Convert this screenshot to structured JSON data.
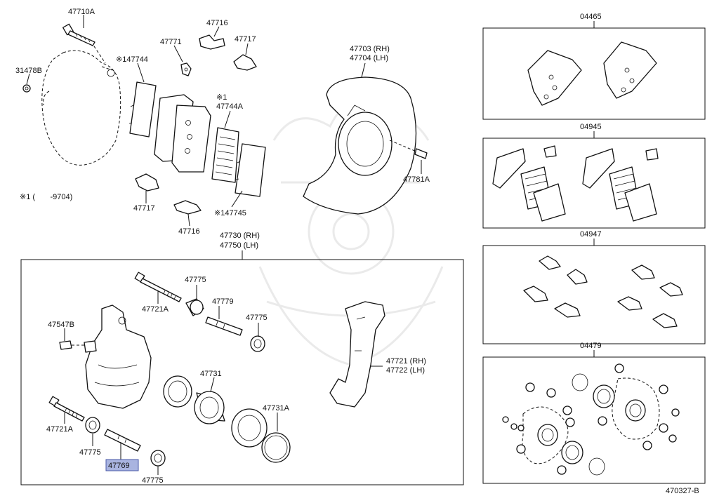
{
  "labels": {
    "p47710A": "47710A",
    "p31478B": "31478B",
    "p147744": "※147744",
    "p47771": "47771",
    "p47716a": "47716",
    "p47717a": "47717",
    "p1_47744A_a": "※1",
    "p1_47744A_b": "47744A",
    "note": "※1 (       -9704)",
    "p47717b": "47717",
    "p47716b": "47716",
    "p147745": "※147745",
    "p47703": "47703 (RH)",
    "p47704": "47704 (LH)",
    "p47781A": "47781A",
    "p47730": "47730 (RH)",
    "p47750": "47750 (LH)",
    "p47775a": "47775",
    "p47721Aa": "47721A",
    "p47779": "47779",
    "p47775b": "47775",
    "p47547B": "47547B",
    "p47731": "47731",
    "p47721": "47721 (RH)",
    "p47722": "47722 (LH)",
    "p47731A": "47731A",
    "p47721Ab": "47721A",
    "p47775c": "47775",
    "p47769": "47769",
    "p47775d": "47775",
    "k04465": "04465",
    "k04945": "04945",
    "k04947": "04947",
    "k04479": "04479",
    "ref": "470327-B"
  }
}
